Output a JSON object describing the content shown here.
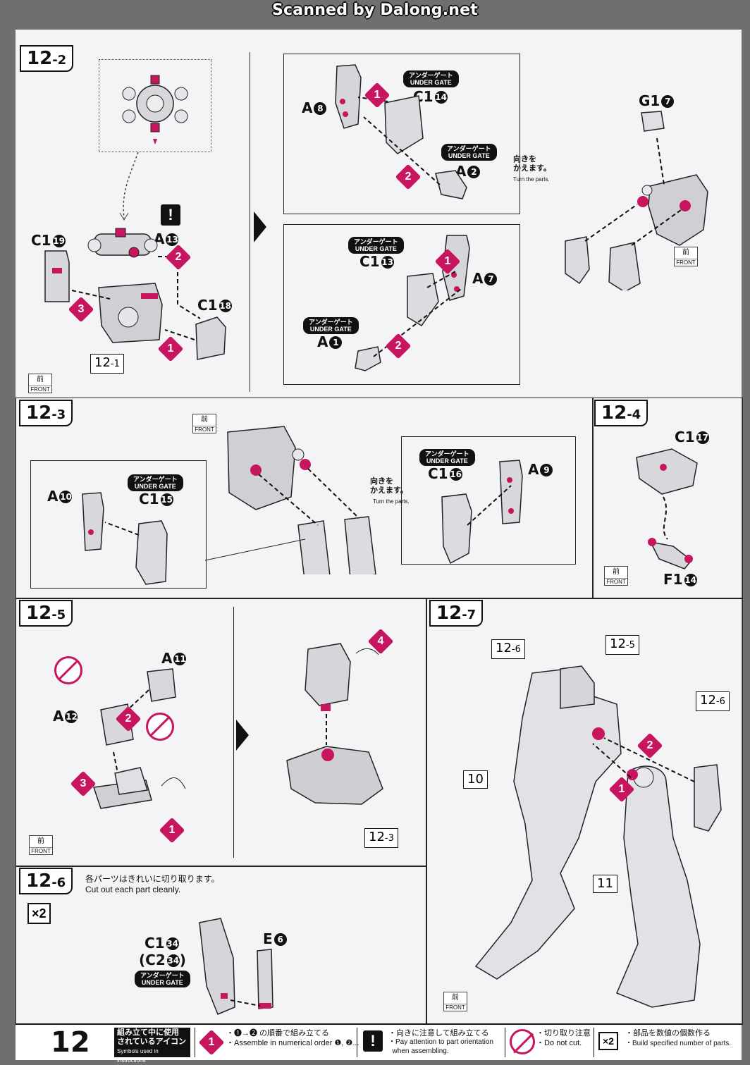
{
  "watermark": "Scanned by Dalong.net",
  "page_number": "12",
  "step_12_2": {
    "tag": "12",
    "tag_sub": "2",
    "parts": {
      "a13": {
        "letter": "A",
        "num": "13"
      },
      "c19": {
        "letter": "C1",
        "num": "19"
      },
      "c18": {
        "letter": "C1",
        "num": "18"
      },
      "a8": {
        "letter": "A",
        "num": "8"
      },
      "c14": {
        "letter": "C1",
        "num": "14"
      },
      "a2": {
        "letter": "A",
        "num": "2"
      },
      "c13": {
        "letter": "C1",
        "num": "13"
      },
      "a7": {
        "letter": "A",
        "num": "7"
      },
      "a1": {
        "letter": "A",
        "num": "1"
      },
      "g7": {
        "letter": "G1",
        "num": "7"
      }
    },
    "ref_12_1": {
      "main": "12",
      "sub": "1"
    },
    "turn_parts_jp": "向きを\nかえます。",
    "turn_parts_en": "Turn the parts."
  },
  "step_12_3": {
    "tag": "12",
    "tag_sub": "3",
    "parts": {
      "a10": {
        "letter": "A",
        "num": "10"
      },
      "c15": {
        "letter": "C1",
        "num": "15"
      },
      "c16": {
        "letter": "C1",
        "num": "16"
      },
      "a9": {
        "letter": "A",
        "num": "9"
      }
    },
    "turn_parts_jp": "向きを\nかえます。",
    "turn_parts_en": "Turn the parts."
  },
  "step_12_4": {
    "tag": "12",
    "tag_sub": "4",
    "parts": {
      "c17": {
        "letter": "C1",
        "num": "17"
      },
      "f14": {
        "letter": "F1",
        "num": "14"
      }
    }
  },
  "step_12_5": {
    "tag": "12",
    "tag_sub": "5",
    "parts": {
      "a11": {
        "letter": "A",
        "num": "11"
      },
      "a12": {
        "letter": "A",
        "num": "12"
      }
    },
    "ref_12_3": {
      "main": "12",
      "sub": "3"
    }
  },
  "step_12_6": {
    "tag": "12",
    "tag_sub": "6",
    "multiplier": "×2",
    "instruction_jp": "各パーツはきれいに切り取ります。",
    "instruction_en": "Cut out each part cleanly.",
    "parts": {
      "c34": {
        "letter": "C1",
        "num": "34"
      },
      "c2_34": {
        "letter": "(C2",
        "num": "34",
        "close": ")"
      },
      "e6": {
        "letter": "E",
        "num": "6"
      }
    }
  },
  "step_12_7": {
    "tag": "12",
    "tag_sub": "7",
    "ref_12_6a": {
      "main": "12",
      "sub": "6"
    },
    "ref_12_5": {
      "main": "12",
      "sub": "5"
    },
    "ref_12_6b": {
      "main": "12",
      "sub": "6"
    },
    "ref_10": "10",
    "ref_11": "11"
  },
  "gate_label_jp": "アンダーゲート",
  "gate_label_en": "UNDER GATE",
  "front_jp": "前",
  "front_en": "FRONT",
  "order_numbers": [
    "1",
    "2",
    "3",
    "4"
  ],
  "legend": {
    "header_jp": "組み立て中に使用\nされているアイコン",
    "header_en": "Symbols used in instructions",
    "numeric_jp": "・❶→❷ の順番で組み立てる",
    "numeric_en": "・Assemble in numerical order ❶, ❷...",
    "orientation_jp": "・向きに注意して組み立てる",
    "orientation_en": "・Pay attention to part orientation\n  when assembling.",
    "cut_jp": "・切り取り注意",
    "cut_en": "・Do not cut.",
    "count_jp": "・部品を数値の個数作る",
    "count_en": "・Build specified number of parts.",
    "count_icon": "×2",
    "numeric_icon": "1",
    "orientation_icon": "!"
  },
  "colors": {
    "accent": "#c8155f",
    "ink": "#111111",
    "paper": "#f4f4f6",
    "margin": "#6f6f72"
  }
}
